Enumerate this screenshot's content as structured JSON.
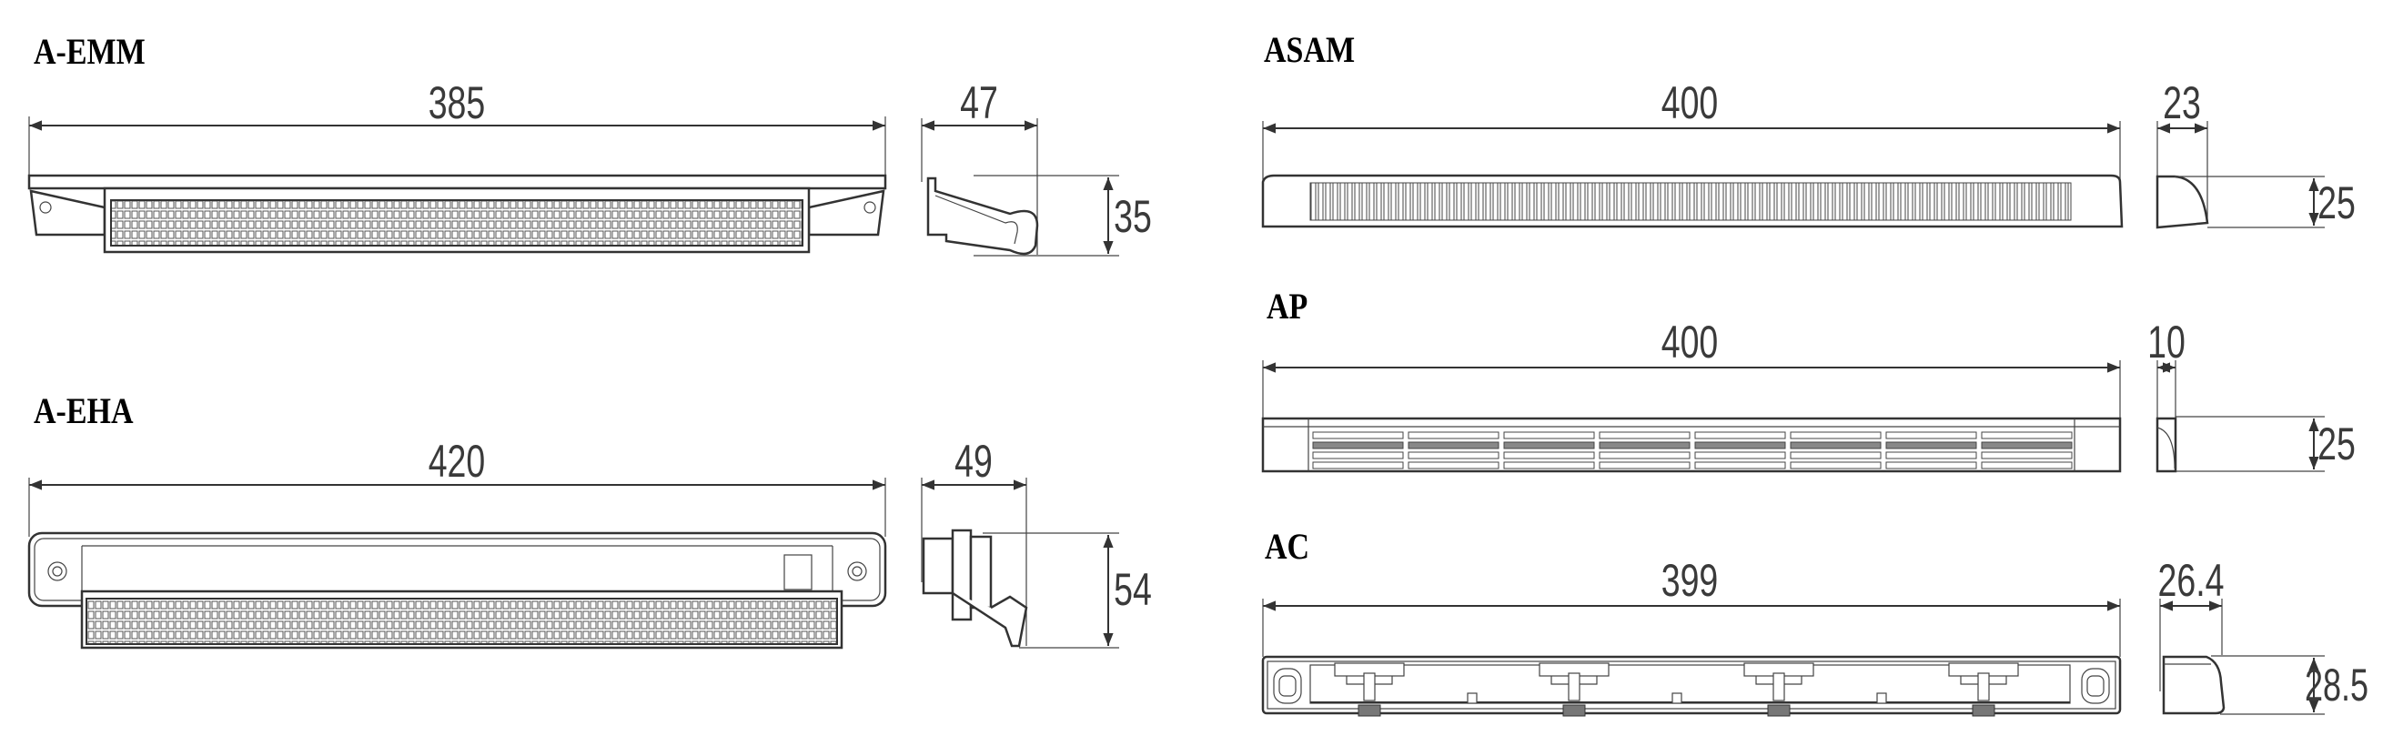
{
  "products": [
    {
      "id": "a-emm",
      "title": "A-EMM",
      "length": "385",
      "depth": "47",
      "height": "35"
    },
    {
      "id": "a-eha",
      "title": "A-EHA",
      "length": "420",
      "depth": "49",
      "height": "54"
    },
    {
      "id": "asam",
      "title": "ASAM",
      "length": "400",
      "depth": "23",
      "height": "25"
    },
    {
      "id": "ap",
      "title": "AP",
      "length": "400",
      "depth": "10",
      "height": "25"
    },
    {
      "id": "ac",
      "title": "AC",
      "length": "399",
      "depth": "26.4",
      "height": "28.5"
    }
  ],
  "colors": {
    "line": "#333333",
    "text": "#3a3a3a",
    "title": "#000000",
    "background": "#ffffff"
  }
}
